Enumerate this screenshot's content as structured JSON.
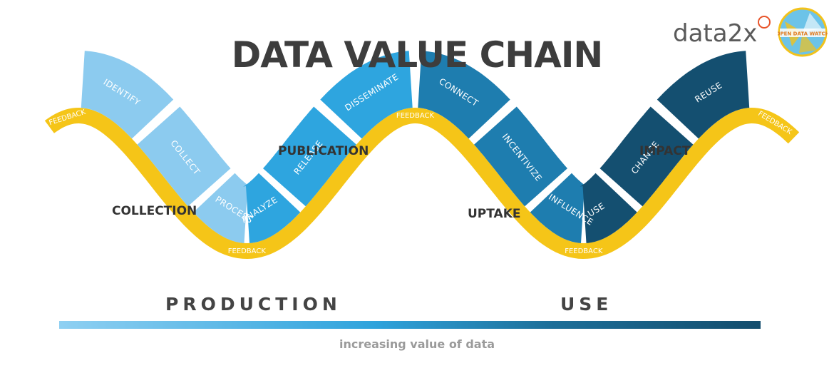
{
  "header": {
    "title": "DATA VALUE CHAIN",
    "logo_data2x": "data2x",
    "logo_odw": "OPEN DATA WATCH"
  },
  "segments": [
    {
      "label": "IDENTIFY",
      "color": "#8ccbef"
    },
    {
      "label": "COLLECT",
      "color": "#8ccbef"
    },
    {
      "label": "PROCESS",
      "color": "#8ccbef"
    },
    {
      "label": "ANALYZE",
      "color": "#2ea5df"
    },
    {
      "label": "RELEASE",
      "color": "#2ea5df"
    },
    {
      "label": "DISSEMINATE",
      "color": "#2ea5df"
    },
    {
      "label": "CONNECT",
      "color": "#1e7daf"
    },
    {
      "label": "INCENTIVIZE",
      "color": "#1e7daf"
    },
    {
      "label": "INFLUENCE",
      "color": "#1e7daf"
    },
    {
      "label": "USE",
      "color": "#144f70"
    },
    {
      "label": "CHANGE",
      "color": "#144f70"
    },
    {
      "label": "REUSE",
      "color": "#144f70"
    }
  ],
  "feedback_label": "FEEDBACK",
  "phases": {
    "collection": "COLLECTION",
    "publication": "PUBLICATION",
    "uptake": "UPTAKE",
    "impact": "IMPACT"
  },
  "bottom": {
    "production": "PRODUCTION",
    "use": "USE",
    "caption": "increasing value of data"
  },
  "colors": {
    "feedback_band": "#f5c518",
    "gap": "#ffffff"
  }
}
